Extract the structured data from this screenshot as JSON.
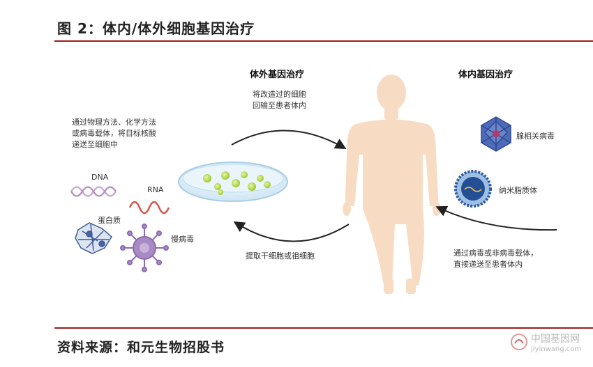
{
  "figure": {
    "title": "图 2：体内/体外细胞基因治疗",
    "source": "资料来源：和元生物招股书"
  },
  "ex_vivo": {
    "heading": "体外基因治疗",
    "return_text": "将改造过的细胞\n回输至患者体内",
    "delivery_text": "通过物理方法、化学方法\n或病毒载体，将目标核酸\n递送至细胞中",
    "extract_text": "提取干细胞或祖细胞",
    "molecules": {
      "dna": "DNA",
      "rna": "RNA",
      "protein": "蛋白质",
      "lentivirus": "慢病毒"
    }
  },
  "in_vivo": {
    "heading": "体内基因治疗",
    "aav": "腺相关病毒",
    "lnp": "纳米脂质体",
    "delivery_text": "通过病毒或非病毒载体，\n直接递送至患者体内"
  },
  "watermark": {
    "cn": "中国基因网",
    "en": "jiyinwang.com"
  },
  "colors": {
    "rule": "#9c1b1b",
    "body": "#f7dcc3",
    "dna": "#c9a3cf",
    "rna": "#d2574e",
    "virus": "#a98bc4",
    "aav": "#3b58a8",
    "lnp": "#2d5a9e",
    "cell": "#b4d84a"
  }
}
